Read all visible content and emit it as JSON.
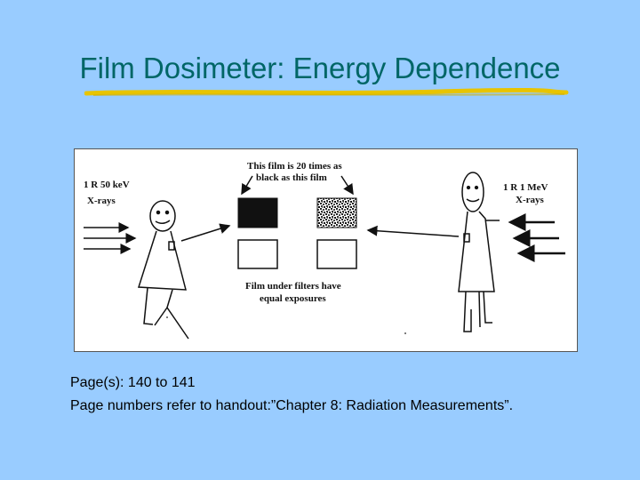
{
  "slide": {
    "title": "Film Dosimeter: Energy Dependence",
    "colors": {
      "background": "#99ccff",
      "title": "#006666",
      "underline": "#e8c400"
    }
  },
  "figure": {
    "top_text_line1": "This film is 20 times as",
    "top_text_line2": "black as this film",
    "left_label_line1": "1 R 50 keV",
    "left_label_line2": "X-rays",
    "right_label_line1": "1 R 1 MeV",
    "right_label_line2": "X-rays",
    "bottom_text_line1": "Film under filters have",
    "bottom_text_line2": "equal exposures"
  },
  "caption": {
    "line1": "Page(s): 140 to 141",
    "line2": "Page numbers refer to handout:”Chapter 8: Radiation Measurements”."
  }
}
